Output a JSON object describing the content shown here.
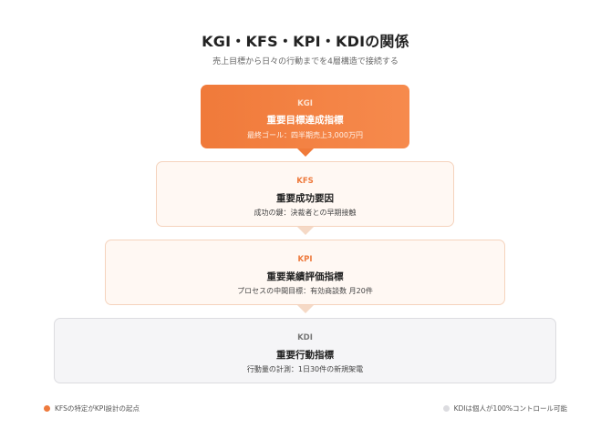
{
  "header": {
    "title": "KGI・KFS・KPI・KDIの関係",
    "subtitle": "売上目標から日々の行動までを4層構造で接続する"
  },
  "levels": [
    {
      "code": "KGI",
      "name": "重要目標達成指標",
      "desc": "最終ゴール：四半期売上3,000万円"
    },
    {
      "code": "KFS",
      "name": "重要成功要因",
      "desc": "成功の鍵：決裁者との早期接触"
    },
    {
      "code": "KPI",
      "name": "重要業績評価指標",
      "desc": "プロセスの中間目標：有効商談数 月20件"
    },
    {
      "code": "KDI",
      "name": "重要行動指標",
      "desc": "行動量の計測：1日30件の新規架電"
    }
  ],
  "legend": {
    "left": "KFSの特定がKPI設計の起点",
    "right": "KDIは個人が100%コントロール可能"
  },
  "colors": {
    "accent": "#f07a3a",
    "light_fill": "#fff8f3",
    "gray_fill": "#f5f5f7"
  }
}
